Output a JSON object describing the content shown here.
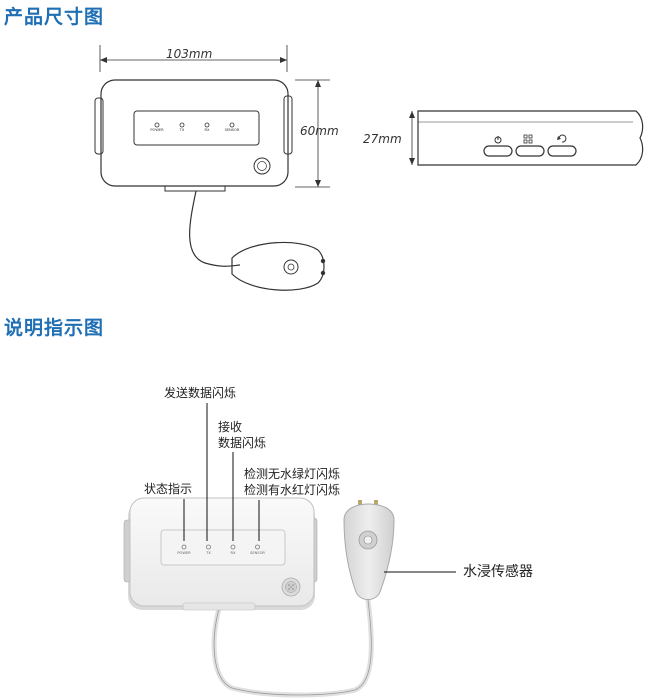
{
  "sections": {
    "dimensions_title": "产品尺寸图",
    "instructions_title": "说明指示图"
  },
  "dimensions": {
    "width": "103mm",
    "height": "60mm",
    "depth": "27mm"
  },
  "led_labels": [
    "POWER",
    "TX",
    "RX",
    "SENSOR"
  ],
  "callouts": {
    "tx": "发送数据闪烁",
    "rx_line1": "接收",
    "rx_line2": "数据闪烁",
    "sensor_line1": "检测无水绿灯闪烁",
    "sensor_line2": "检测有水红灯闪烁",
    "power": "状态指示",
    "probe": "水浸传感器"
  }
}
